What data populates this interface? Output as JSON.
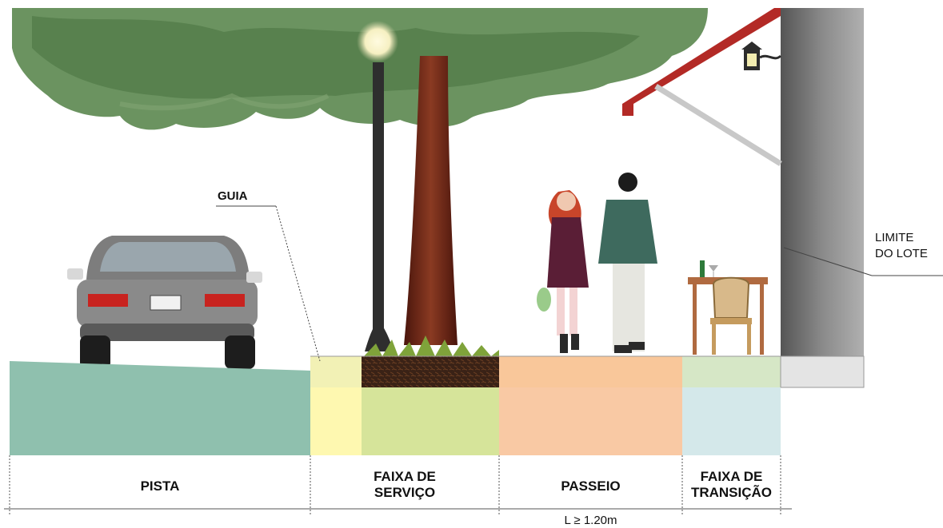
{
  "labels": {
    "guia": "GUIA",
    "limite_line1": "LIMITE",
    "limite_line2": "DO LOTE",
    "measure": "L ≥ 1.20m"
  },
  "zones": [
    {
      "id": "pista",
      "line1": "PISTA",
      "line2": "",
      "color": "#8fc0ae"
    },
    {
      "id": "faixa-servico",
      "line1": "FAIXA DE",
      "line2": "SERVIÇO",
      "color": "#d6e49a"
    },
    {
      "id": "passeio",
      "line1": "PASSEIO",
      "line2": "",
      "color": "#f9c9a4"
    },
    {
      "id": "faixa-transicao",
      "line1": "FAIXA DE",
      "line2": "TRANSIÇÃO",
      "color": "#d4e8ea"
    }
  ],
  "colors": {
    "guia_strip": "#fef8b0",
    "tree_canopy": "#5e8a52",
    "tree_trunk": "#6b2a1a",
    "roof": "#b32a26",
    "wall": "#6e6e6e"
  }
}
